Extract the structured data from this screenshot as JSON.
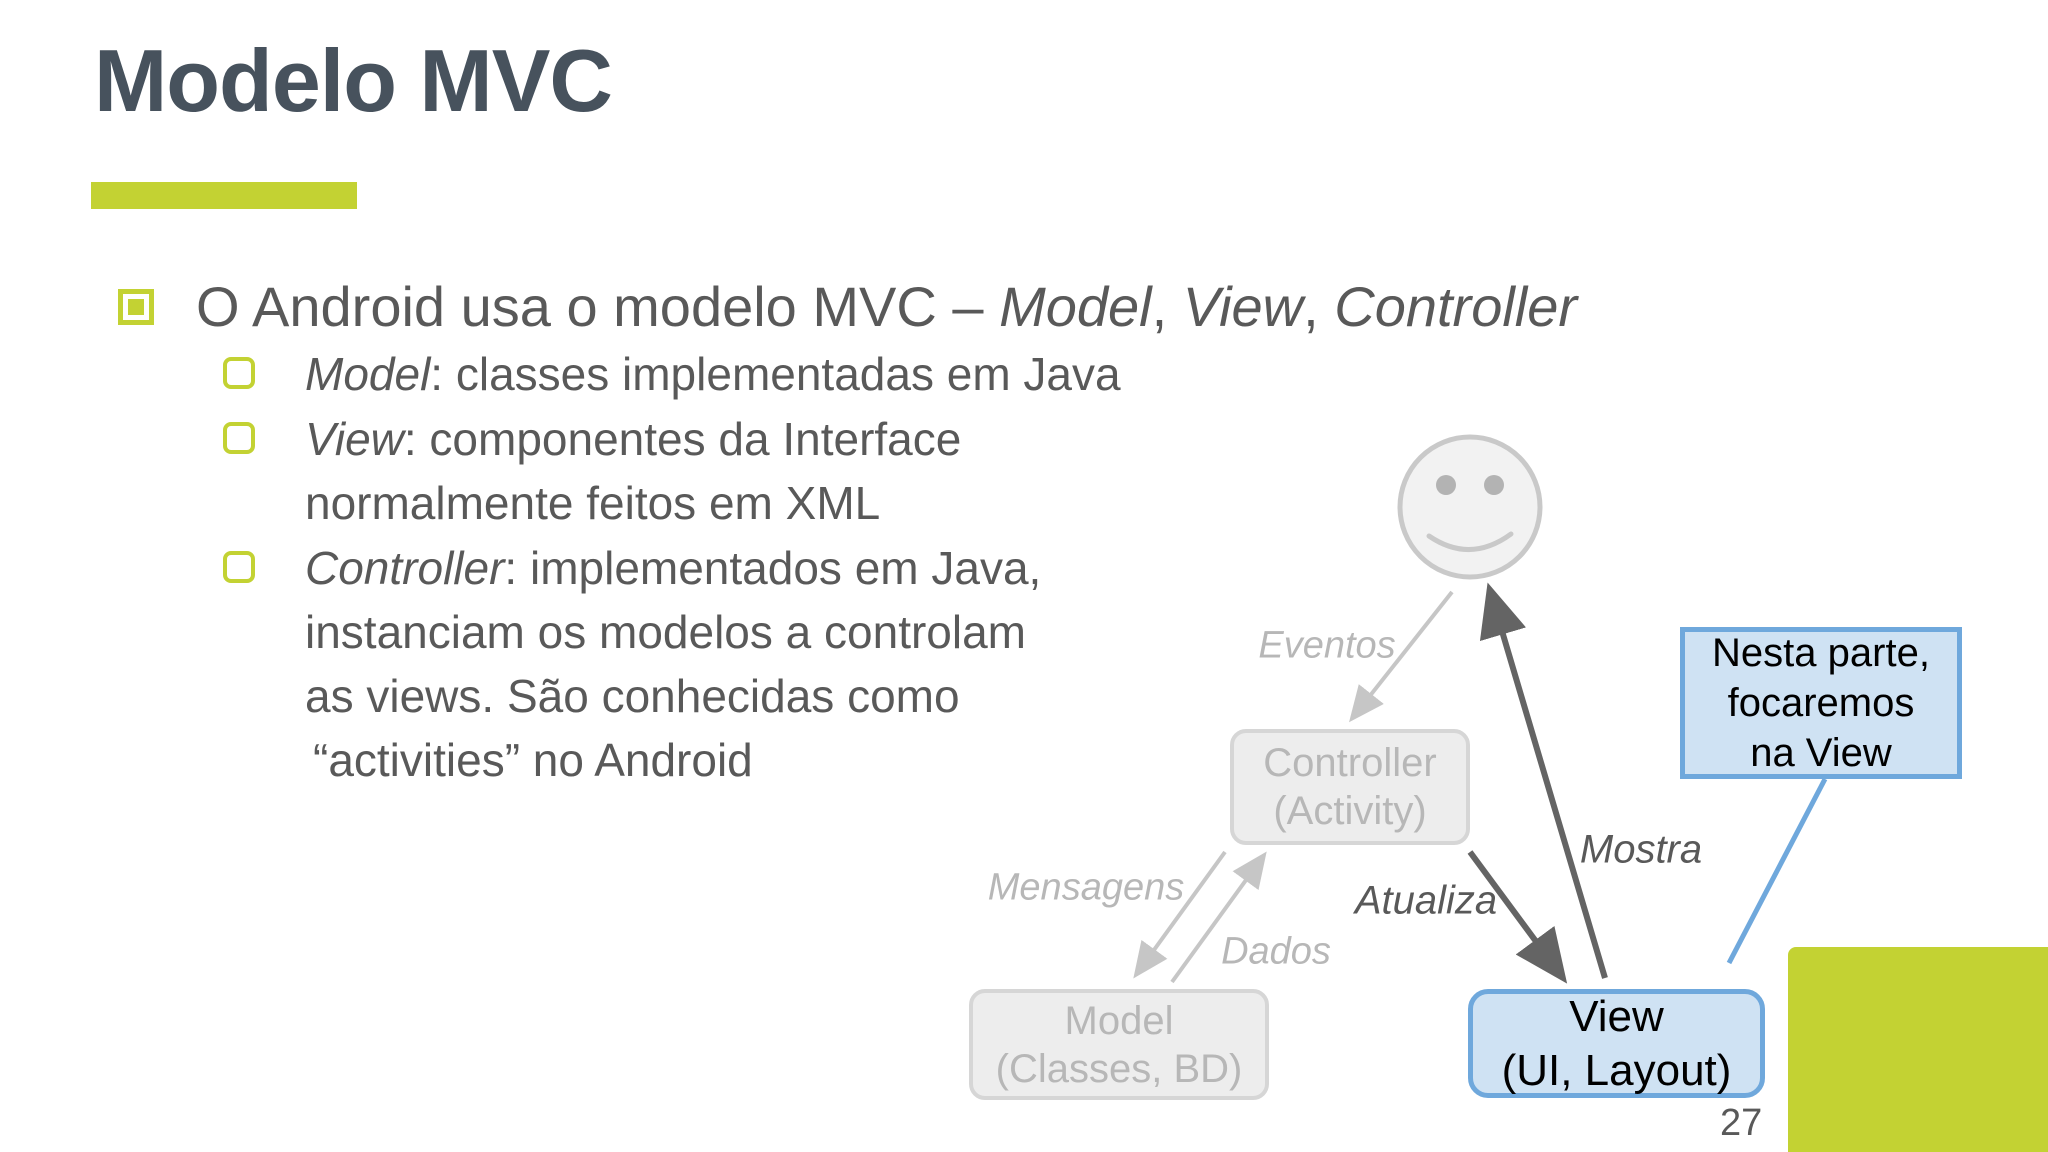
{
  "slide": {
    "title": "Modelo MVC",
    "page_number": "27"
  },
  "colors": {
    "green": "#c3d233",
    "title-color": "#47525d",
    "dark-text": "#595959",
    "gray-text": "#b7b7b7",
    "gray-fill": "#ededed",
    "gray-stroke": "#d6d6d6",
    "blue-fill": "#cfe2f3",
    "blue-stroke": "#6fa8dc",
    "light-arrow": "#c6c6c6",
    "dark-arrow": "#646464",
    "smiley-fill": "#f2f2f2",
    "smiley-stroke": "#c9c9c9",
    "smiley-eye": "#b3b3b3"
  },
  "bullets": {
    "main": {
      "segments": [
        {
          "text": "O Android usa o modelo MVC – ",
          "italic": false
        },
        {
          "text": "Model",
          "italic": true
        },
        {
          "text": ", ",
          "italic": false
        },
        {
          "text": "View",
          "italic": true
        },
        {
          "text": ", ",
          "italic": false
        },
        {
          "text": "Controller",
          "italic": true
        }
      ]
    },
    "items": [
      {
        "term": "Model",
        "first_line_rest": ": classes implementadas em Java",
        "extra_lines": []
      },
      {
        "term": "View",
        "first_line_rest": ": componentes da Interface",
        "extra_lines": [
          "normalmente feitos em XML"
        ]
      },
      {
        "term": "Controller",
        "first_line_rest": ": implementados em Java,",
        "extra_lines": [
          "instanciam os modelos a controlam",
          "as views. São conhecidas como",
          "“activities” no Android"
        ]
      }
    ]
  },
  "diagram": {
    "user_icon": "smiley-face",
    "labels": {
      "eventos": "Eventos",
      "mensagens": "Mensagens",
      "dados": "Dados",
      "atualiza": "Atualiza",
      "mostra": "Mostra"
    },
    "boxes": {
      "controller": {
        "line1": "Controller",
        "line2": "(Activity)"
      },
      "model": {
        "line1": "Model",
        "line2": "(Classes, BD)"
      },
      "view": {
        "line1": "View",
        "line2": "(UI, Layout)"
      }
    },
    "callout": {
      "line1": "Nesta parte,",
      "line2": "focaremos",
      "line3": "na View"
    }
  }
}
